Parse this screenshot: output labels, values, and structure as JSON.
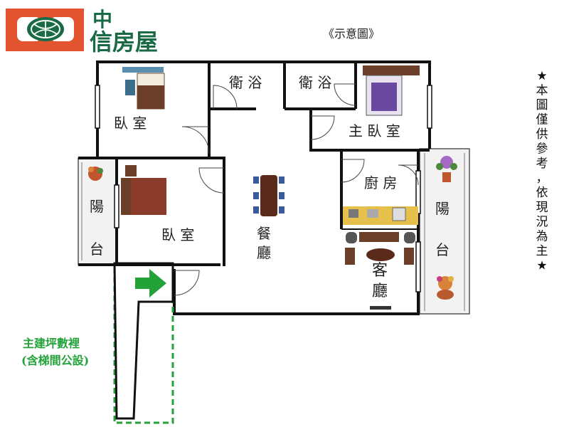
{
  "brand": {
    "name_line1": "中",
    "name_line2": "信房屋",
    "logo_color": "#e2542f",
    "text_color": "#1a6b45"
  },
  "plan_caption": "《示意圖》",
  "rooms": {
    "bedroom_top": "臥 室",
    "bath_left": "衛 浴",
    "bath_right": "衛 浴",
    "master_bedroom": "主 臥 室",
    "balcony_left_1": "陽",
    "balcony_left_2": "台",
    "bedroom_mid": "臥 室",
    "dining_1": "餐",
    "dining_2": "廳",
    "kitchen": "廚 房",
    "balcony_right_1": "陽",
    "balcony_right_2": "台",
    "living_1": "客",
    "living_2": "廳"
  },
  "note": {
    "chars": [
      "★",
      "本",
      "圖",
      "僅",
      "供",
      "參",
      "考",
      "，",
      "依",
      "現",
      "況",
      "為",
      "主",
      "★"
    ]
  },
  "main_area_label": {
    "line1": "主建坪數裡",
    "line2": "(含梯間公設)",
    "color": "#23a23a"
  }
}
